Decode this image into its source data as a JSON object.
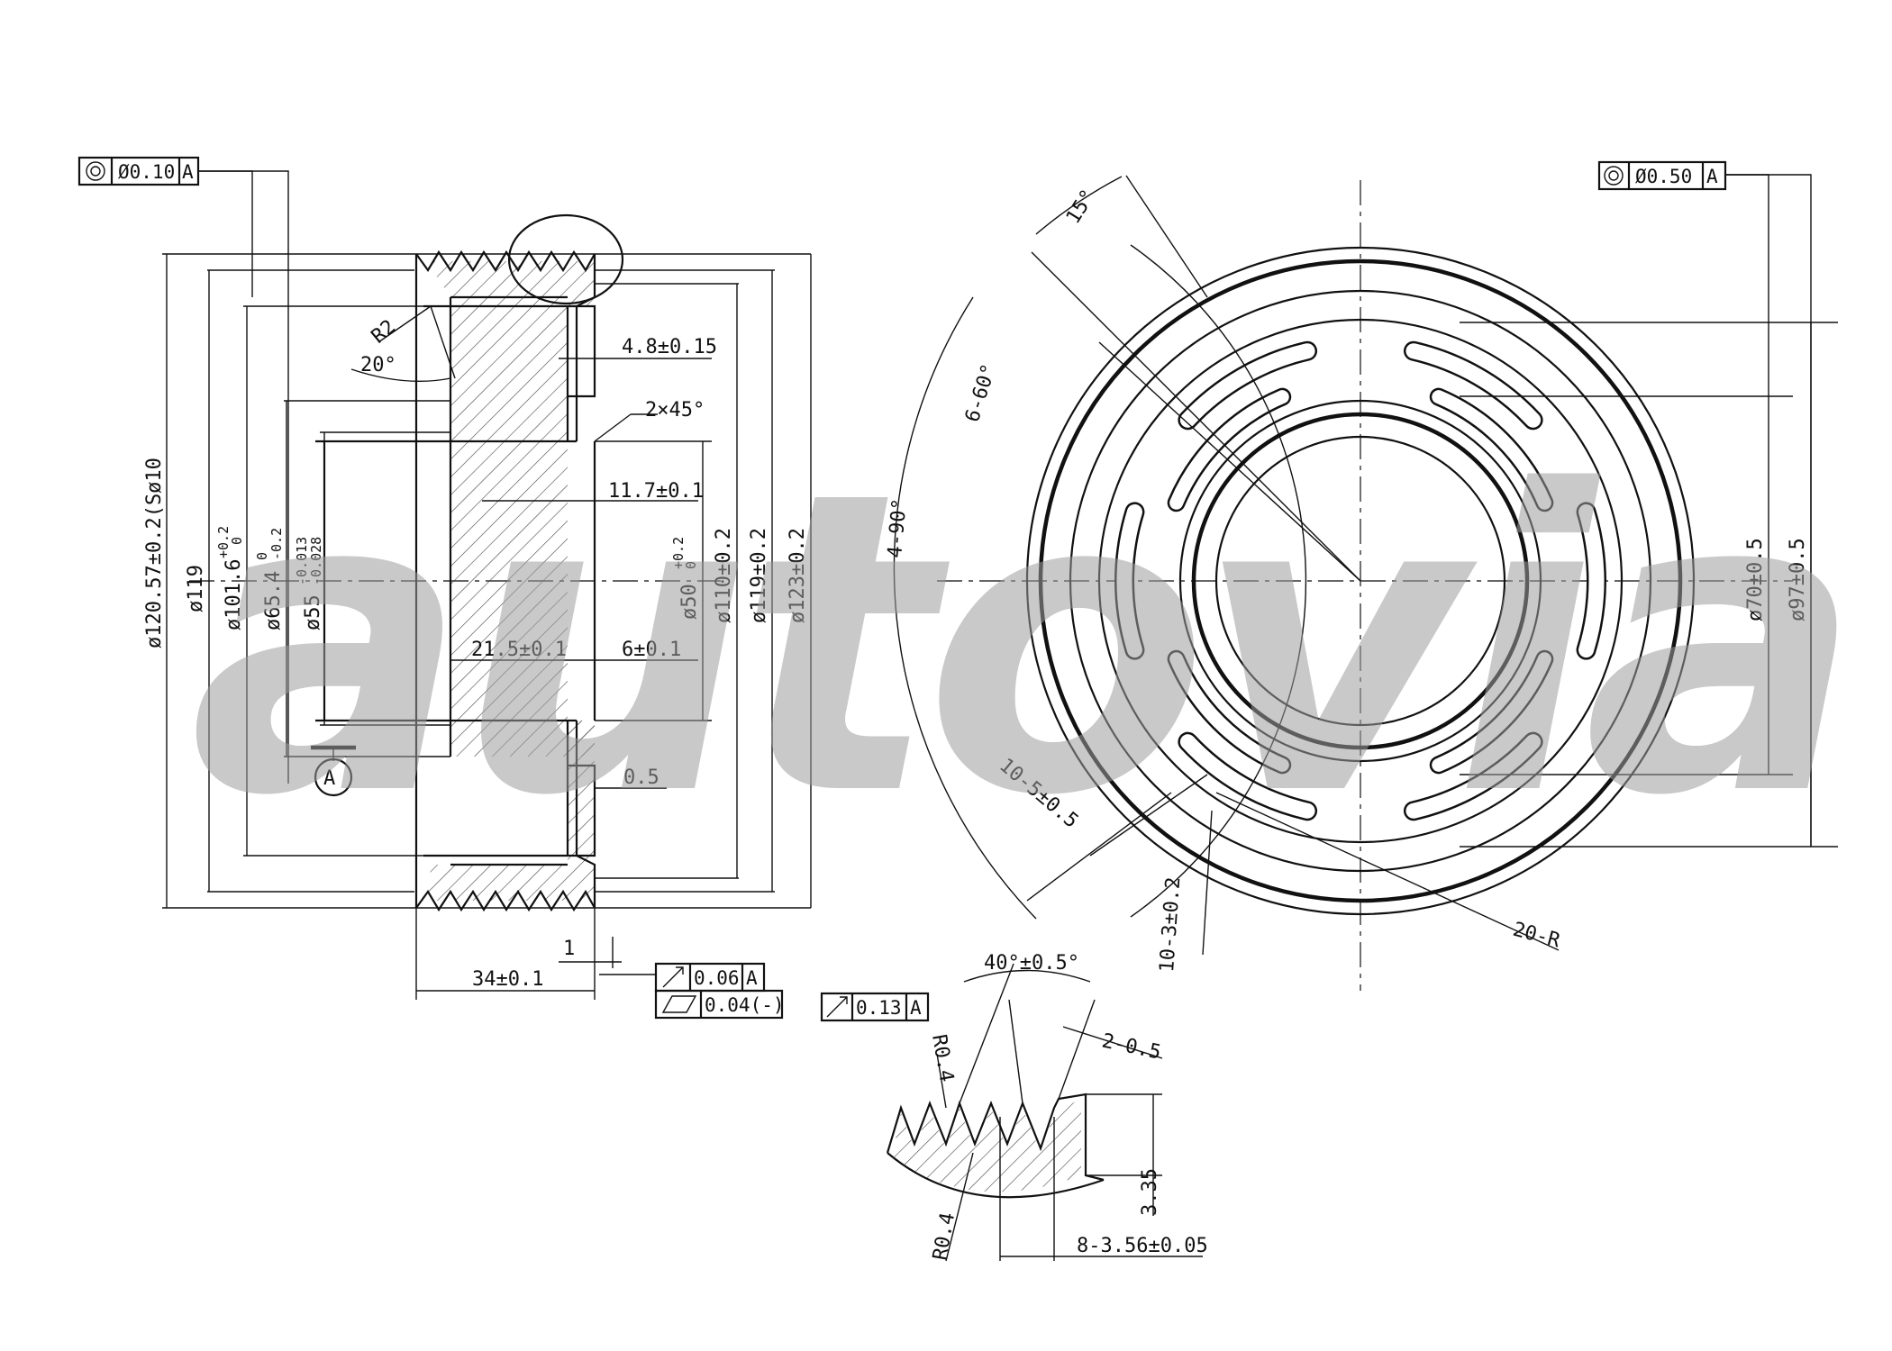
{
  "watermark": "autovia",
  "colors": {
    "line": "#111111",
    "watermark": "#9c9c9c",
    "background": "#ffffff"
  },
  "left_view": {
    "fcf_top": {
      "symbol": "concentricity-icon",
      "tolerance": "Ø0.10",
      "datum": "A"
    },
    "datum_label": "A",
    "dims": {
      "d_120_57": "ø120.57±0.2(Sø10",
      "d_119_outer": "ø119",
      "d_101_6": "ø101.6",
      "d_101_6_tol": "+0.2",
      "d_101_6_tol2": "0",
      "d_65_4": "ø65.4",
      "d_65_4_tol": "0",
      "d_65_4_tol2": "-0.2",
      "d_55": "ø55",
      "d_55_tol": "-0.013",
      "d_55_tol2": "-0.028",
      "d_50": "ø50",
      "d_50_tol": "+0.2",
      "d_50_tol2": "0",
      "d_110": "ø110±0.2",
      "d_119": "ø119±0.2",
      "d_123": "ø123±0.2",
      "r2": "R2",
      "angle_20": "20°",
      "w_4_8": "4.8±0.15",
      "chamfer": "2×45°",
      "w_11_7": "11.7±0.1",
      "w_21_5": "21.5±0.1",
      "w_6": "6±0.1",
      "w_0_5": "0.5",
      "w_1": "1",
      "w_34": "34±0.1"
    },
    "fcf_runout": {
      "symbol": "runout-icon",
      "tolerance": "0.06",
      "datum": "A"
    },
    "fcf_flatness": {
      "symbol": "flatness-icon",
      "tolerance": "0.04(-)"
    }
  },
  "right_view": {
    "fcf_top": {
      "symbol": "concentricity-icon",
      "tolerance": "Ø0.50",
      "datum": "A"
    },
    "dims": {
      "angle_15": "15°",
      "angle_6_60": "6-60°",
      "angle_4_90": "4-90°",
      "slot_10_5": "10-5±0.5",
      "slot_10_3": "10-3±0.2",
      "radius_20": "20-R",
      "d_70": "ø70±0.5",
      "d_97": "ø97±0.5"
    }
  },
  "detail_view": {
    "fcf": {
      "symbol": "runout-icon",
      "tolerance": "0.13",
      "datum": "A"
    },
    "dims": {
      "angle": "40°±0.5°",
      "r_top": "R0.4",
      "r_bottom": "R0.4",
      "chamfer": "2-0.5",
      "depth": "3.35",
      "pitch": "8-3.56±0.05"
    }
  }
}
